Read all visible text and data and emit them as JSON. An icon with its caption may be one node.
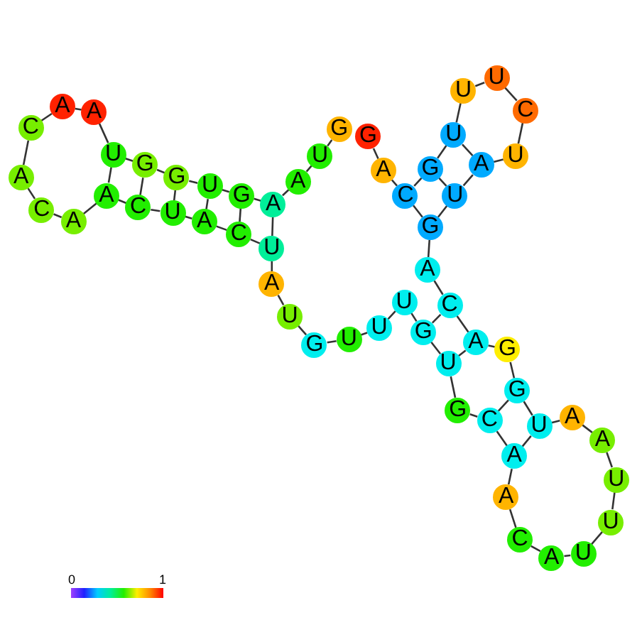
{
  "diagram": {
    "nodes": [
      {
        "text": [
          "G"
        ]
      },
      {
        "text": [
          "U"
        ]
      },
      {
        "text": [
          "A"
        ]
      },
      {
        "text": [
          "A"
        ]
      },
      {
        "text": [
          "G"
        ]
      },
      {
        "text": [
          "U"
        ]
      },
      {
        "text": [
          "G"
        ]
      },
      {
        "text": [
          "G"
        ]
      },
      {
        "text": [
          "U"
        ]
      },
      {
        "text": [
          "A"
        ]
      },
      {
        "text": [
          "A"
        ]
      },
      {
        "text": [
          "C"
        ]
      },
      {
        "text": [
          "A"
        ]
      },
      {
        "text": [
          "C"
        ]
      },
      {
        "text": [
          "A"
        ]
      },
      {
        "text": [
          "A"
        ]
      },
      {
        "text": [
          "C"
        ]
      },
      {
        "text": [
          "U"
        ]
      },
      {
        "text": [
          "A"
        ]
      },
      {
        "text": [
          "C"
        ]
      },
      {
        "text": [
          "U"
        ]
      },
      {
        "text": [
          "A"
        ]
      },
      {
        "text": [
          "U"
        ]
      },
      {
        "text": [
          "G"
        ]
      },
      {
        "text": [
          "U"
        ]
      },
      {
        "text": [
          "U"
        ]
      },
      {
        "text": [
          "U"
        ]
      },
      {
        "text": [
          "G"
        ]
      },
      {
        "text": [
          "U"
        ]
      },
      {
        "text": [
          "G"
        ]
      },
      {
        "text": [
          "C"
        ]
      },
      {
        "text": [
          "A"
        ]
      },
      {
        "text": [
          "A"
        ]
      },
      {
        "text": [
          "C"
        ]
      },
      {
        "text": [
          "A"
        ]
      },
      {
        "text": [
          "U"
        ]
      },
      {
        "text": [
          "U"
        ]
      },
      {
        "text": [
          "U"
        ]
      },
      {
        "text": [
          "A"
        ]
      },
      {
        "text": [
          "A"
        ]
      },
      {
        "text": [
          "U"
        ]
      },
      {
        "text": [
          "G"
        ]
      },
      {
        "text": [
          "G"
        ]
      },
      {
        "text": [
          "A"
        ]
      },
      {
        "text": [
          "C"
        ]
      },
      {
        "text": [
          "A"
        ]
      },
      {
        "text": [
          "G"
        ]
      },
      {
        "text": [
          "U"
        ]
      },
      {
        "text": [
          "A"
        ]
      },
      {
        "text": [
          "U"
        ]
      },
      {
        "text": [
          "C"
        ]
      },
      {
        "text": [
          "U"
        ]
      },
      {
        "text": [
          "U"
        ]
      },
      {
        "text": [
          "U"
        ]
      },
      {
        "text": [
          "G"
        ]
      },
      {
        "text": [
          "C"
        ]
      },
      {
        "text": [
          "A"
        ]
      },
      {
        "text": [
          "G"
        ]
      }
    ],
    "edges": [
      {
        "from": 0,
        "to": 1,
        "arrow": "none"
      },
      {
        "from": 1,
        "to": 2,
        "arrow": "none"
      },
      {
        "from": 2,
        "to": 3,
        "arrow": "none"
      },
      {
        "from": 3,
        "to": 4,
        "arrow": "none"
      },
      {
        "from": 4,
        "to": 5,
        "arrow": "none"
      },
      {
        "from": 5,
        "to": 6,
        "arrow": "none"
      },
      {
        "from": 6,
        "to": 7,
        "arrow": "none"
      },
      {
        "from": 7,
        "to": 8,
        "arrow": "none"
      },
      {
        "from": 8,
        "to": 9,
        "arrow": "none"
      },
      {
        "from": 9,
        "to": 10,
        "arrow": "none"
      },
      {
        "from": 10,
        "to": 11,
        "arrow": "none"
      },
      {
        "from": 11,
        "to": 12,
        "arrow": "none"
      },
      {
        "from": 12,
        "to": 13,
        "arrow": "none"
      },
      {
        "from": 13,
        "to": 14,
        "arrow": "none"
      },
      {
        "from": 14,
        "to": 15,
        "arrow": "none"
      },
      {
        "from": 15,
        "to": 16,
        "arrow": "none"
      },
      {
        "from": 16,
        "to": 17,
        "arrow": "none"
      },
      {
        "from": 17,
        "to": 18,
        "arrow": "none"
      },
      {
        "from": 18,
        "to": 19,
        "arrow": "none"
      },
      {
        "from": 19,
        "to": 20,
        "arrow": "none"
      },
      {
        "from": 20,
        "to": 21,
        "arrow": "none"
      },
      {
        "from": 21,
        "to": 22,
        "arrow": "none"
      },
      {
        "from": 22,
        "to": 23,
        "arrow": "none"
      },
      {
        "from": 23,
        "to": 24,
        "arrow": "none"
      },
      {
        "from": 24,
        "to": 25,
        "arrow": "none"
      },
      {
        "from": 25,
        "to": 26,
        "arrow": "none"
      },
      {
        "from": 26,
        "to": 27,
        "arrow": "none"
      },
      {
        "from": 27,
        "to": 28,
        "arrow": "none"
      },
      {
        "from": 28,
        "to": 29,
        "arrow": "none"
      },
      {
        "from": 29,
        "to": 30,
        "arrow": "none"
      },
      {
        "from": 30,
        "to": 31,
        "arrow": "none"
      },
      {
        "from": 31,
        "to": 32,
        "arrow": "none"
      },
      {
        "from": 32,
        "to": 33,
        "arrow": "none"
      },
      {
        "from": 33,
        "to": 34,
        "arrow": "none"
      },
      {
        "from": 34,
        "to": 35,
        "arrow": "none"
      },
      {
        "from": 35,
        "to": 36,
        "arrow": "none"
      },
      {
        "from": 36,
        "to": 37,
        "arrow": "none"
      },
      {
        "from": 37,
        "to": 38,
        "arrow": "none"
      },
      {
        "from": 38,
        "to": 39,
        "arrow": "none"
      },
      {
        "from": 39,
        "to": 40,
        "arrow": "none"
      },
      {
        "from": 40,
        "to": 41,
        "arrow": "none"
      },
      {
        "from": 41,
        "to": 42,
        "arrow": "none"
      },
      {
        "from": 42,
        "to": 43,
        "arrow": "none"
      },
      {
        "from": 43,
        "to": 44,
        "arrow": "none"
      },
      {
        "from": 44,
        "to": 45,
        "arrow": "none"
      },
      {
        "from": 45,
        "to": 46,
        "arrow": "none"
      },
      {
        "from": 46,
        "to": 47,
        "arrow": "none"
      },
      {
        "from": 47,
        "to": 48,
        "arrow": "none"
      },
      {
        "from": 48,
        "to": 49,
        "arrow": "none"
      },
      {
        "from": 49,
        "to": 50,
        "arrow": "none"
      },
      {
        "from": 50,
        "to": 51,
        "arrow": "none"
      },
      {
        "from": 51,
        "to": 52,
        "arrow": "none"
      },
      {
        "from": 52,
        "to": 53,
        "arrow": "none"
      },
      {
        "from": 53,
        "to": 54,
        "arrow": "none"
      },
      {
        "from": 54,
        "to": 55,
        "arrow": "none"
      },
      {
        "from": 55,
        "to": 56,
        "arrow": "none"
      },
      {
        "from": 56,
        "to": 57,
        "arrow": "none"
      },
      {
        "from": 8,
        "to": 15,
        "arrow": "none"
      },
      {
        "from": 7,
        "to": 16,
        "arrow": "none"
      },
      {
        "from": 6,
        "to": 17,
        "arrow": "none"
      },
      {
        "from": 5,
        "to": 18,
        "arrow": "none"
      },
      {
        "from": 4,
        "to": 19,
        "arrow": "none"
      },
      {
        "from": 3,
        "to": 20,
        "arrow": "none"
      },
      {
        "from": 55,
        "to": 46,
        "arrow": "none"
      },
      {
        "from": 54,
        "to": 47,
        "arrow": "none"
      },
      {
        "from": 53,
        "to": 48,
        "arrow": "none"
      },
      {
        "from": 27,
        "to": 44,
        "arrow": "none"
      },
      {
        "from": 28,
        "to": 43,
        "arrow": "none"
      },
      {
        "from": 30,
        "to": 41,
        "arrow": "none"
      },
      {
        "from": 31,
        "to": 40,
        "arrow": "none"
      }
    ],
    "labels": [
      "0",
      "1"
    ]
  }
}
